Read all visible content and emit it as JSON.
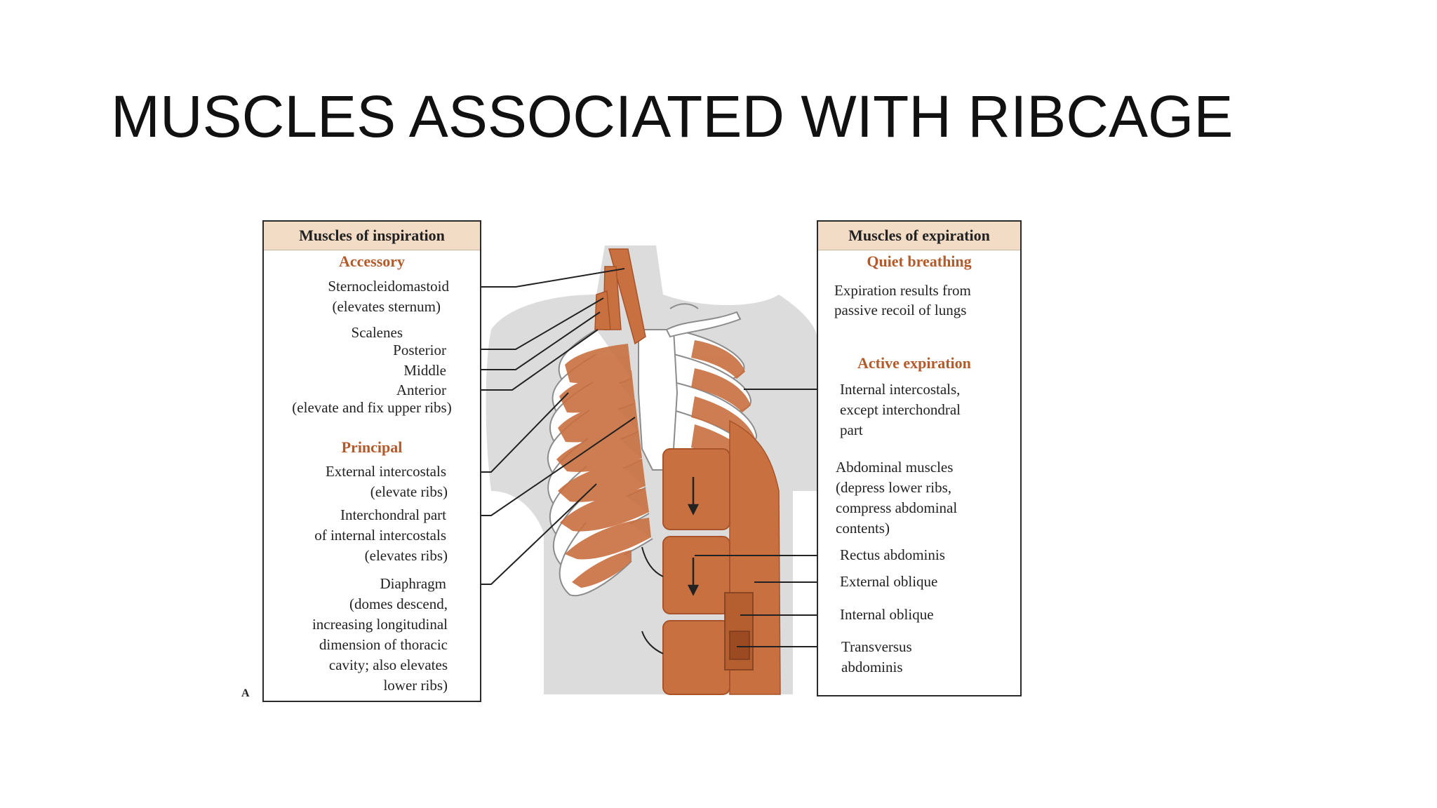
{
  "slide": {
    "title": "MUSCLES ASSOCIATED WITH RIBCAGE"
  },
  "inspiration": {
    "header": "Muscles of inspiration",
    "accessory_heading": "Accessory",
    "scm": "Sternocleidomastoid",
    "scm_note": "(elevates sternum)",
    "scalenes": "Scalenes",
    "posterior": "Posterior",
    "middle": "Middle",
    "anterior": "Anterior",
    "scalenes_note": "(elevate and fix upper ribs)",
    "principal_heading": "Principal",
    "ext_intercostals": "External intercostals",
    "ext_note": "(elevate ribs)",
    "interchondral_1": "Interchondral part",
    "interchondral_2": "of internal intercostals",
    "interchondral_note": "(elevates ribs)",
    "diaphragm": "Diaphragm",
    "diaphragm_note_1": "(domes descend,",
    "diaphragm_note_2": "increasing longitudinal",
    "diaphragm_note_3": "dimension of thoracic",
    "diaphragm_note_4": "cavity; also elevates",
    "diaphragm_note_5": "lower ribs)"
  },
  "expiration": {
    "header": "Muscles of expiration",
    "quiet_heading": "Quiet breathing",
    "quiet_1": "Expiration results from",
    "quiet_2": "passive recoil of lungs",
    "active_heading": "Active expiration",
    "int_1": "Internal intercostals,",
    "int_2": "except interchondral",
    "int_3": "part",
    "abd_1": "Abdominal muscles",
    "abd_2": "(depress lower ribs,",
    "abd_3": "compress abdominal",
    "abd_4": "contents)",
    "rectus": "Rectus abdominis",
    "ext_oblique": "External oblique",
    "int_oblique": "Internal oblique",
    "transversus_1": "Transversus",
    "transversus_2": "abdominis"
  },
  "figure": {
    "panel_letter": "A"
  },
  "colors": {
    "muscle": "#c8703f",
    "muscle_dark": "#a8532a",
    "silhouette": "#dcdcdc",
    "bone": "#ffffff",
    "accent_text": "#b35a2b",
    "box_header": "#f2dcc6"
  }
}
